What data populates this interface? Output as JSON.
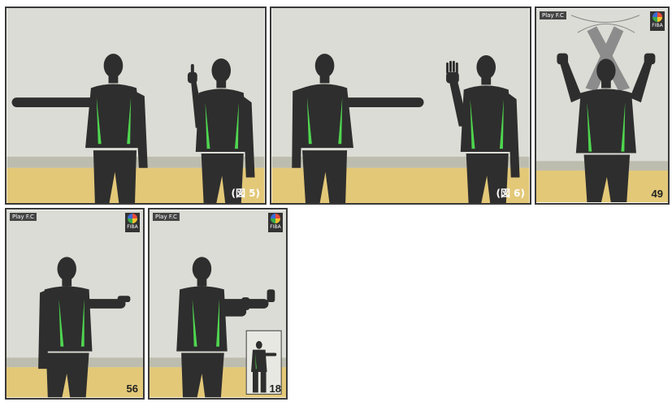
{
  "colors": {
    "floor": "#e3c878",
    "wall": "#dcdcd6",
    "stripe": "#bdbdaf",
    "body": "#2e2e2e",
    "accent": "#4fd64f"
  },
  "panels": [
    {
      "id": "p1",
      "caption": "(図 5)"
    },
    {
      "id": "p2",
      "caption": "(図 6)"
    },
    {
      "id": "p3",
      "number": "49",
      "tag": "Play F.C",
      "logo": "FIBA",
      "icons": [
        "fiba-logo-icon",
        "crossed-arrows-icon"
      ]
    },
    {
      "id": "p4",
      "number": "56",
      "tag": "Play F.C",
      "logo": "FIBA",
      "icons": [
        "fiba-logo-icon"
      ]
    },
    {
      "id": "p5",
      "number": "18",
      "tag": "Play F.C",
      "logo": "FIBA",
      "icons": [
        "fiba-logo-icon"
      ]
    }
  ]
}
